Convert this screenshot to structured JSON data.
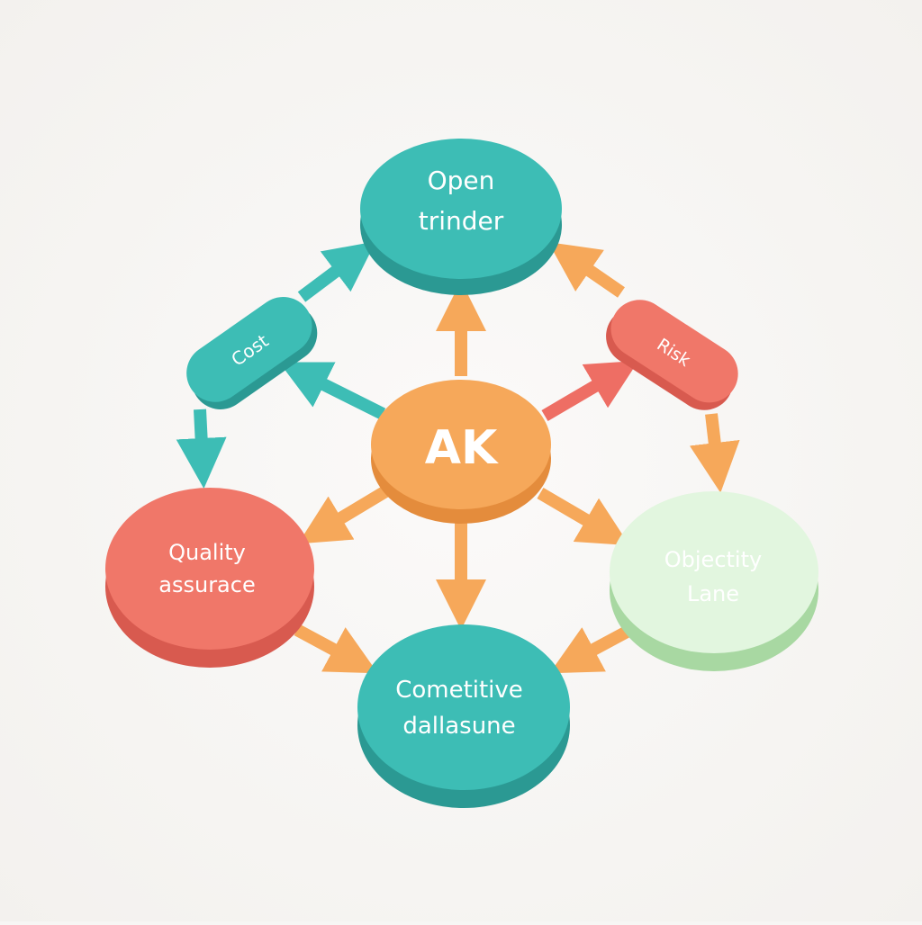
{
  "colors": {
    "teal": "#3dbdb5",
    "teal_dark": "#2b9993",
    "orange": "#f6a85a",
    "orange_dark": "#e48c3c",
    "coral": "#f07769",
    "coral_dark": "#d85a4f",
    "green": "#e2f6df",
    "green_dark": "#a8d8a2",
    "red_arrow": "#ee6e64"
  },
  "nodes": {
    "top": {
      "lines": [
        "Open",
        "trinder"
      ]
    },
    "cost": {
      "label": "Cost"
    },
    "risk": {
      "label": "Risk"
    },
    "center": {
      "label": "AK"
    },
    "left": {
      "lines": [
        "Quality",
        "assurace"
      ]
    },
    "right": {
      "lines": [
        "Objectity",
        "Lane"
      ]
    },
    "bottom": {
      "lines": [
        "Cometitive",
        "dallasune"
      ]
    }
  }
}
